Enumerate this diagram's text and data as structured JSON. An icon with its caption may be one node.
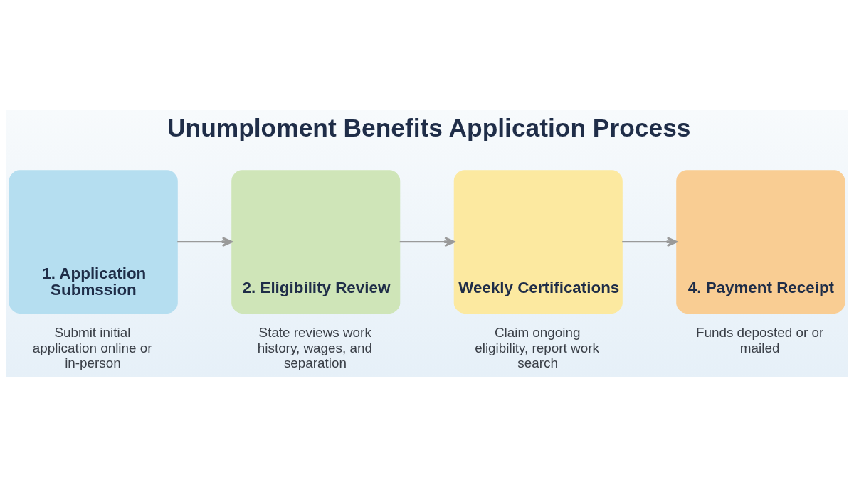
{
  "diagram": {
    "title": "Unumploment Benefits Application Process",
    "nodes": [
      {
        "text": [
          "1. Application Submssion"
        ],
        "beside": [
          "Submit initial application online or in-person"
        ]
      },
      {
        "text": [
          "2. Eligibility Review"
        ],
        "beside": [
          "State reviews work history, wages, and separation"
        ]
      },
      {
        "text": [
          "Weekly Certifications"
        ],
        "beside": [
          "Claim ongoing eligibility, report work search"
        ]
      },
      {
        "text": [
          "4. Payment Receipt"
        ],
        "beside": [
          "Funds deposted or or mailed"
        ]
      }
    ],
    "edges": [
      {
        "from": 0,
        "to": 1,
        "arrow": "to"
      },
      {
        "from": 1,
        "to": 2,
        "arrow": "to"
      },
      {
        "from": 2,
        "to": 3,
        "arrow": "to"
      }
    ]
  }
}
